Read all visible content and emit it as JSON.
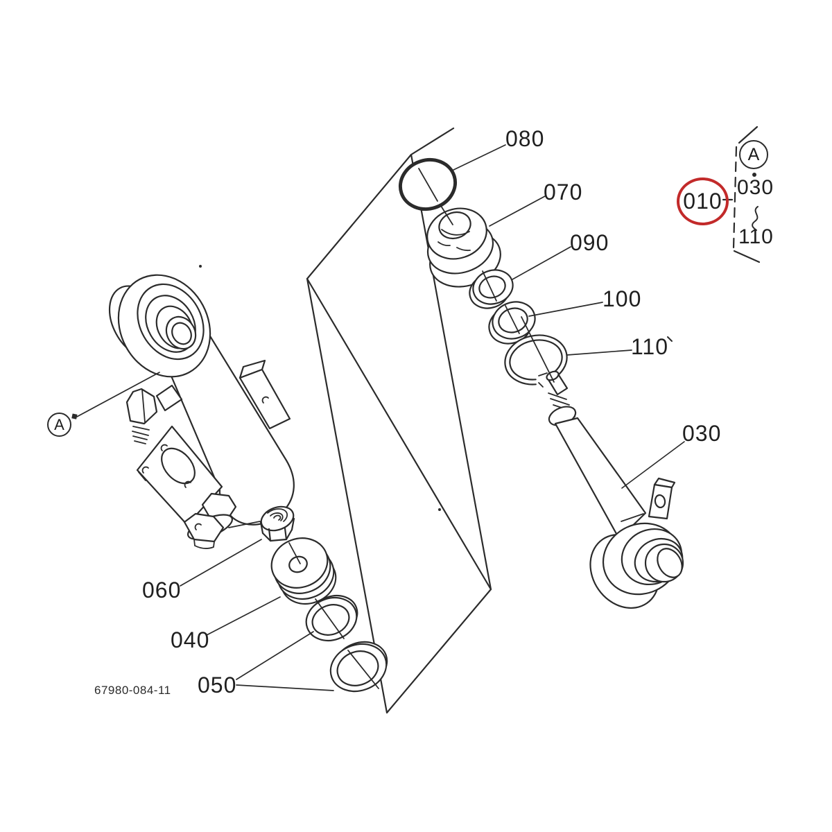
{
  "diagram": {
    "drawing_number": "67980-084-11",
    "selected_callout": "010",
    "highlight_color": "#c22a2a",
    "line_color": "#2b2b2b",
    "callouts": {
      "c010": "010",
      "c030": "030",
      "c040": "040",
      "c050": "050",
      "c060": "060",
      "c070": "070",
      "c080": "080",
      "c090": "090",
      "c100": "100",
      "c110": "110"
    },
    "legend": {
      "marker": "A",
      "start": "030",
      "end": "110"
    },
    "view_marker": "A"
  }
}
